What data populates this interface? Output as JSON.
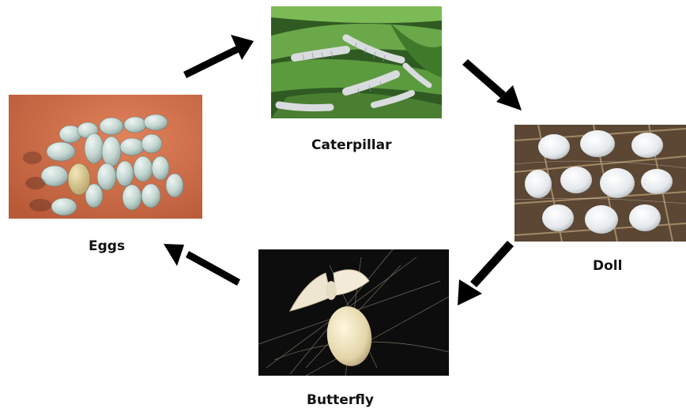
{
  "stages": {
    "caterpillar": {
      "label": "Caterpillar"
    },
    "doll": {
      "label": "Doll"
    },
    "butterfly": {
      "label": "Butterfly"
    },
    "eggs": {
      "label": "Eggs"
    }
  },
  "colors": {
    "arrow": "#000000",
    "label": "#111111",
    "eggs_background": "#d0704a",
    "egg_shell": "#c6d7d2",
    "leaf": "#5c9a3e",
    "larva": "#d6d9dc",
    "cocoon": "#e8ecef",
    "moth_background": "#0d0d0d",
    "moth": "#efe6d2"
  }
}
